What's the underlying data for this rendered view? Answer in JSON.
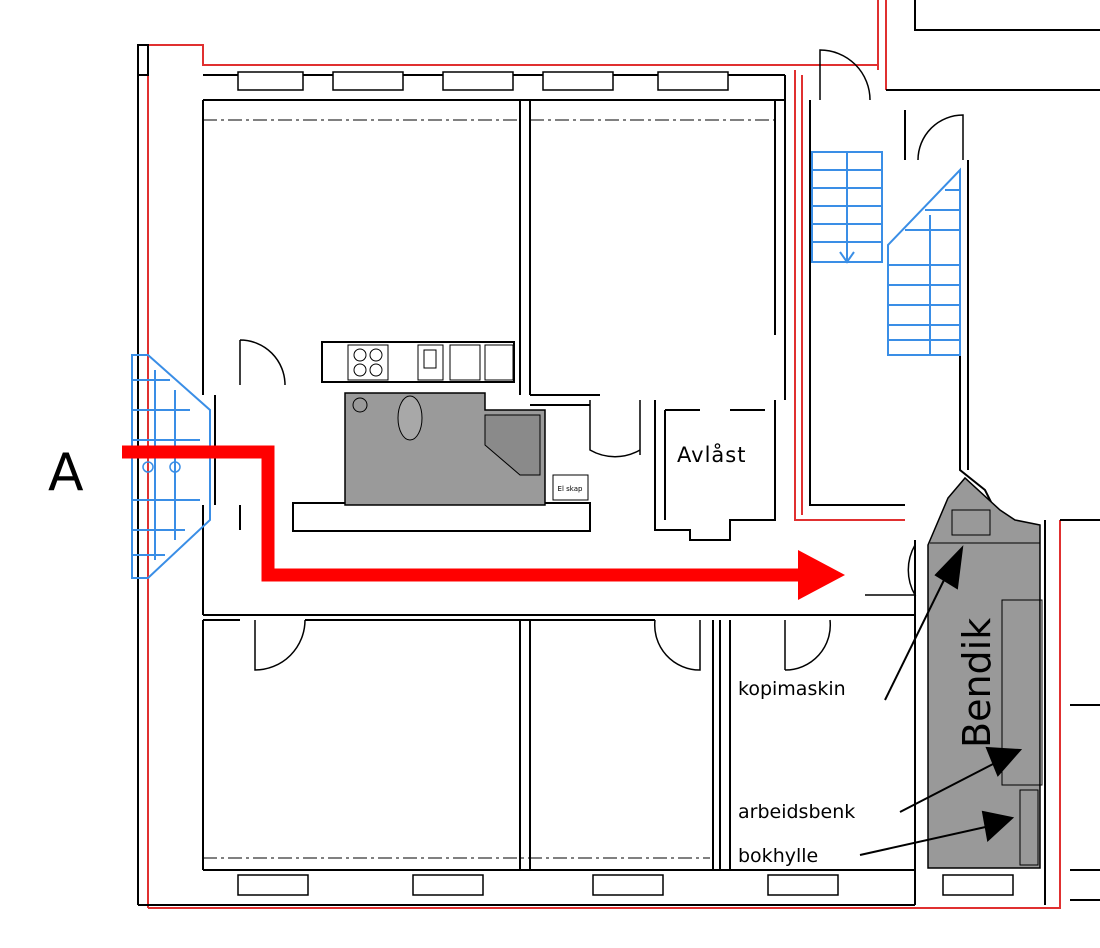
{
  "labels": {
    "entrance_marker": "A",
    "locked_room": "Avlåst",
    "cabinet": "El skap",
    "office_name": "Bendik",
    "copier": "kopimaskin",
    "workbench": "arbeidsbenk",
    "bookshelf": "bokhylle"
  },
  "colors": {
    "route": "#ff0000",
    "outline": "#e03030",
    "stairs": "#3a8ee6",
    "wall": "#000000",
    "highlight_room": "#999999",
    "arrow": "#000000"
  },
  "icons": {
    "route_arrow": "red-route-arrow",
    "stairs": "stairs-icon",
    "toilet": "toilet-icon",
    "sink": "sink-icon",
    "stove": "stove-icon"
  }
}
